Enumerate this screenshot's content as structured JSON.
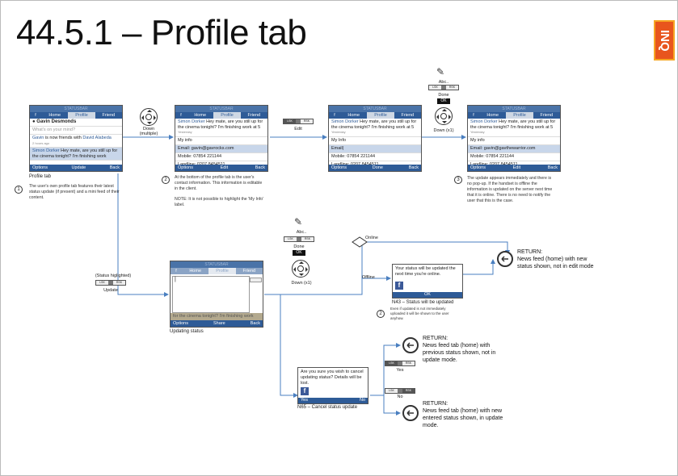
{
  "page": {
    "title": "44.5.1 – Profile tab",
    "logo": "INQ"
  },
  "common": {
    "statusbar": "STATUSBAR",
    "fb": "f",
    "tab_home": "Home",
    "tab_profile": "Profile",
    "tab_friend": "Friend",
    "tab_home_short": "Hom",
    "soft_options": "Options",
    "soft_back": "Back",
    "lsk": "LSK",
    "rsk": "RSK",
    "ok": "OK",
    "abc": "Abc..",
    "done": "Done"
  },
  "screen1": {
    "name": "Gavin Desmonds",
    "placeholder": "What's on your mind?",
    "feed1_a": "Gavin",
    "feed1_b": " is now friends with ",
    "feed1_c": "David Alabeda",
    "feed1_time": "2 hours ago",
    "feed2_name": "Simon Dorker",
    "feed2_text": " Hey mate, are you still up for the cinema tonight? I'm finishing work",
    "soft_mid": "Update",
    "caption": "Profile tab",
    "note": "The user's own profile tab features their latest status update (if present) and a mini feed of their content.",
    "num": "1"
  },
  "nav1": {
    "label_a": "Down",
    "label_b": "(multiple)"
  },
  "screen2": {
    "msg_name": "Simon Dorker",
    "msg_text": " Hey mate, are you still up for the cinema tonight? I'm finishing work at 5",
    "time": "Yesterday",
    "myinfo": "My info",
    "email": "Email: gavin@gavrocks.com",
    "mobile": "Mobile: 07854 221144",
    "landline": "Landline: 0207 8454511",
    "soft_mid": "Edit",
    "num": "2",
    "note_a": "At the bottom of the profile tab is the user's contact information. This information is editable in the client.",
    "note_b": "NOTE: It is not possible to highlight the 'My Info' label."
  },
  "edit_label": "Edit",
  "screen3": {
    "msg_name": "Simon Dorker",
    "msg_text": " Hey mate, are you still up for the cinema tonight? I'm finishing work at 5",
    "time": "Yesterday",
    "myinfo": "My Info",
    "email": "Email|",
    "mobile": "Mobile: 07854 221144",
    "landline": "Landline: 0207 8454511",
    "soft_mid": "Done"
  },
  "nav3": {
    "label": "Down (x1)"
  },
  "screen4": {
    "msg_name": "Simon Dorker",
    "msg_text": " Hey mate, are you still up for the cinema tonight? I'm finishing work at 5",
    "time": "Yesterday",
    "myinfo": "My info",
    "email": "Email: gavin@gavthewarrior.com",
    "mobile": "Mobile: 07854 221144",
    "landline": "Landline: 0207 8454511",
    "soft_mid": "Edit",
    "num": "3",
    "note": "The update appears immediately and there is no pop-up. If the handset is offline the information is updated on the server next time that it is online. There is no need to notify the user that this is the case."
  },
  "update_flow": {
    "status_hl": "(Status higlighted)",
    "update_label": "Update",
    "screen_caption": "Updating status",
    "text_line": "for the cinema tonight? I'm finishing work",
    "soft_mid": "Share",
    "nav_label": "Down (x1)"
  },
  "decision": {
    "online": "Online",
    "offline": "Offline"
  },
  "return1": {
    "title": "RETURN:",
    "text": "News feed (home) with new status shown, not in edit mode"
  },
  "n43": {
    "text": "Your status will be updated the next time you're online.",
    "ok": "OK",
    "caption": "N43 – Status will be updated",
    "num": "2",
    "note": "Even if updated is not immediately uploaded it will be shown to the user anyhow."
  },
  "n65": {
    "text": "Are you sure you wish to cancel updating status? Details will be lost.",
    "yes": "Yes",
    "no": "No",
    "caption": "N65 – Cancel status update"
  },
  "return2": {
    "title": "RETURN:",
    "text": "News feed tab (home) with previous status shown, not in update mode.",
    "key_label": "Yes"
  },
  "return3": {
    "title": "RETURN:",
    "text": "News feed tab (home) with new entered status shown, in update mode.",
    "key_label": "No"
  }
}
